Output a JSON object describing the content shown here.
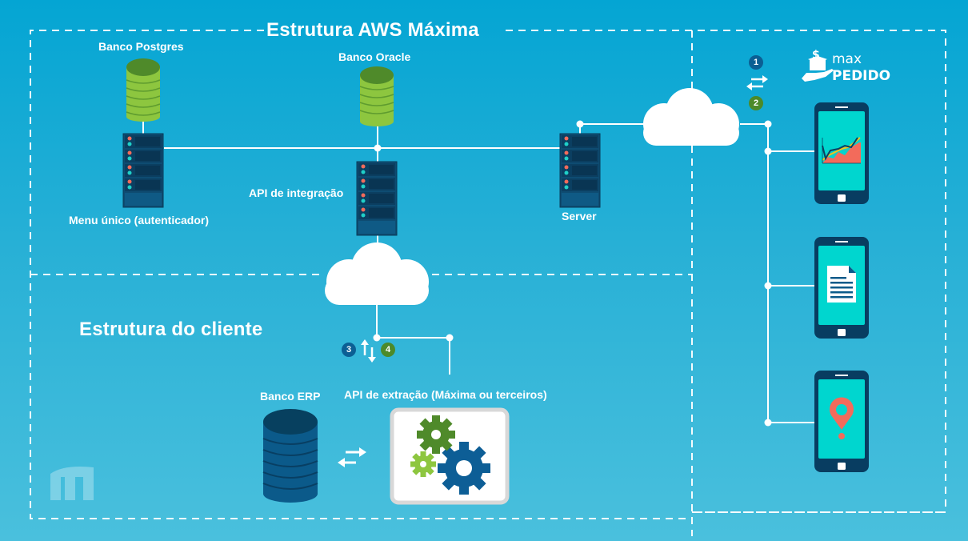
{
  "regions": {
    "aws": {
      "title": "Estrutura AWS Máxima"
    },
    "client": {
      "title": "Estrutura do cliente"
    }
  },
  "nodes": {
    "postgres": {
      "label": "Banco Postgres",
      "icon": "database-icon"
    },
    "oracle": {
      "label": "Banco Oracle",
      "icon": "database-icon"
    },
    "auth": {
      "label": "Menu único (autenticador)",
      "icon": "server-rack-icon"
    },
    "integration_api": {
      "label": "API de integração",
      "icon": "server-rack-icon"
    },
    "server": {
      "label": "Server",
      "icon": "server-rack-icon"
    },
    "erp": {
      "label": "Banco ERP",
      "icon": "database-icon"
    },
    "extraction_api": {
      "label": "API de extração (Máxima ou terceiros)",
      "icon": "gears-icon"
    }
  },
  "brand": {
    "line1": "max",
    "line2": "PEDIDO",
    "icon": "money-box-hand-icon"
  },
  "steps": [
    "1",
    "2",
    "3",
    "4"
  ],
  "phones": [
    {
      "screen": "chart-icon"
    },
    {
      "screen": "document-icon"
    },
    {
      "screen": "location-pin-icon"
    }
  ],
  "colors": {
    "bg_top": "#04a5d3",
    "bg_bottom": "#4ac0dd",
    "db_green": "#8dc63f",
    "db_green_dark": "#4f8a2a",
    "db_blue": "#0b5a8a",
    "server": "#0e4c72",
    "phone_frame": "#083d61",
    "phone_screen": "#00d6cf",
    "accent_red": "#f36b5b",
    "step_blue": "#0b5f94",
    "step_green": "#4c8a2a"
  }
}
